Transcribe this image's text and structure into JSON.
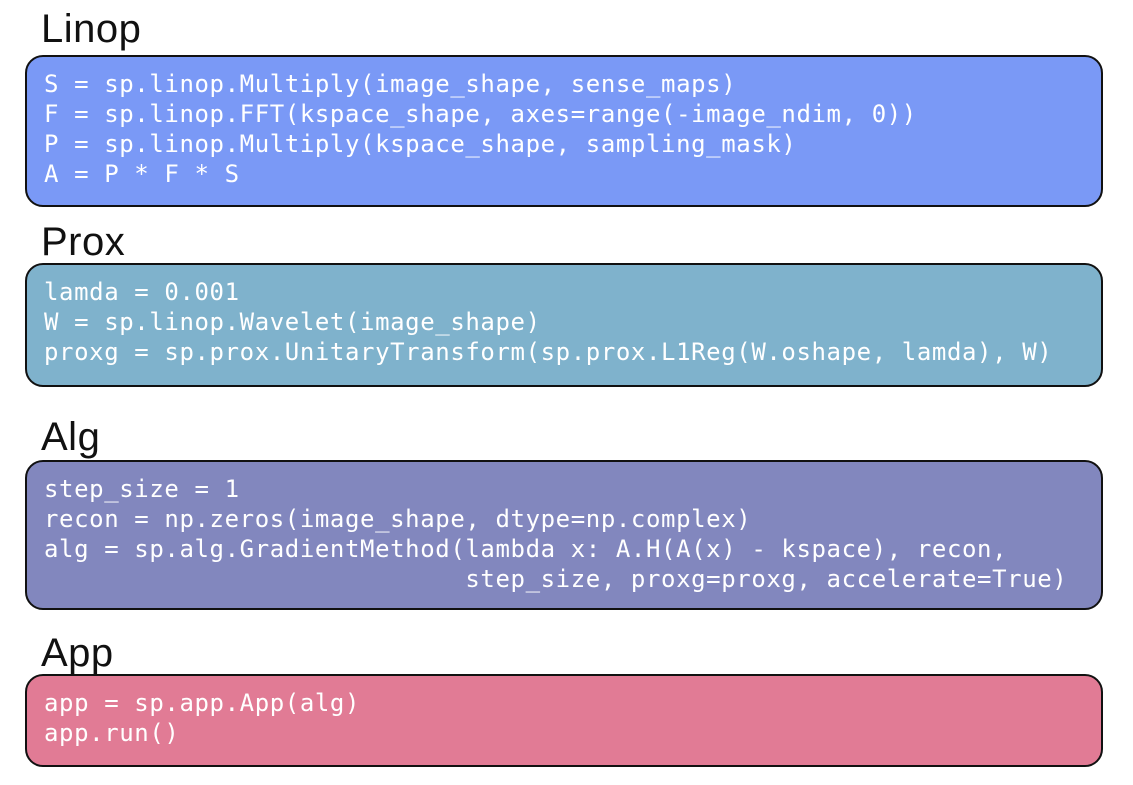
{
  "page": {
    "background": "#ffffff",
    "heading_color": "#111111",
    "box_border_color": "#111111",
    "code_text_color": "#ffffff"
  },
  "sections": [
    {
      "title": "Linop",
      "color": "#7A99F6",
      "code": [
        "S = sp.linop.Multiply(image_shape, sense_maps)",
        "F = sp.linop.FFT(kspace_shape, axes=range(-image_ndim, 0))",
        "P = sp.linop.Multiply(kspace_shape, sampling_mask)",
        "A = P * F * S"
      ]
    },
    {
      "title": "Prox",
      "color": "#7FB2CC",
      "code": [
        "lamda = 0.001",
        "W = sp.linop.Wavelet(image_shape)",
        "proxg = sp.prox.UnitaryTransform(sp.prox.L1Reg(W.oshape, lamda), W)"
      ]
    },
    {
      "title": "Alg",
      "color": "#8287BE",
      "code": [
        "step_size = 1",
        "recon = np.zeros(image_shape, dtype=np.complex)",
        "alg = sp.alg.GradientMethod(lambda x: A.H(A(x) - kspace), recon,",
        "                            step_size, proxg=proxg, accelerate=True)"
      ]
    },
    {
      "title": "App",
      "color": "#E17B95",
      "code": [
        "app = sp.app.App(alg)",
        "app.run()"
      ]
    }
  ]
}
